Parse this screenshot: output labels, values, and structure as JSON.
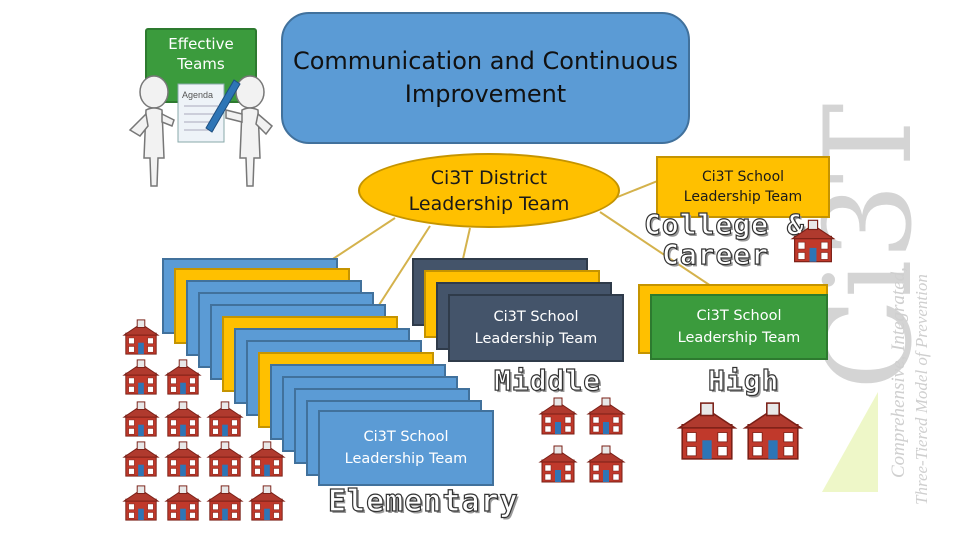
{
  "effective_teams": {
    "label_line1": "Effective",
    "label_line2": "Teams",
    "agenda_word": "Agenda"
  },
  "communication": {
    "line1": "Communication and Continuous",
    "line2": "Improvement"
  },
  "district": {
    "line1": "Ci3T District",
    "line2": "Leadership Team"
  },
  "school_team": {
    "line1": "Ci3T School",
    "line2": "Leadership Team"
  },
  "levels": {
    "elementary": "Elementary",
    "middle": "Middle",
    "high": "High",
    "college": "College &",
    "career": "Career"
  },
  "logo": {
    "letters": "Ci3T",
    "tag1": "Comprehensive, Integrated,",
    "tag2": "Three-Tiered Model of Prevention"
  },
  "colors": {
    "blue": "#5b9bd5",
    "yellow": "#ffc000",
    "navy": "#44546a",
    "green": "#3b9b3d",
    "school_red": "#c0392b"
  }
}
